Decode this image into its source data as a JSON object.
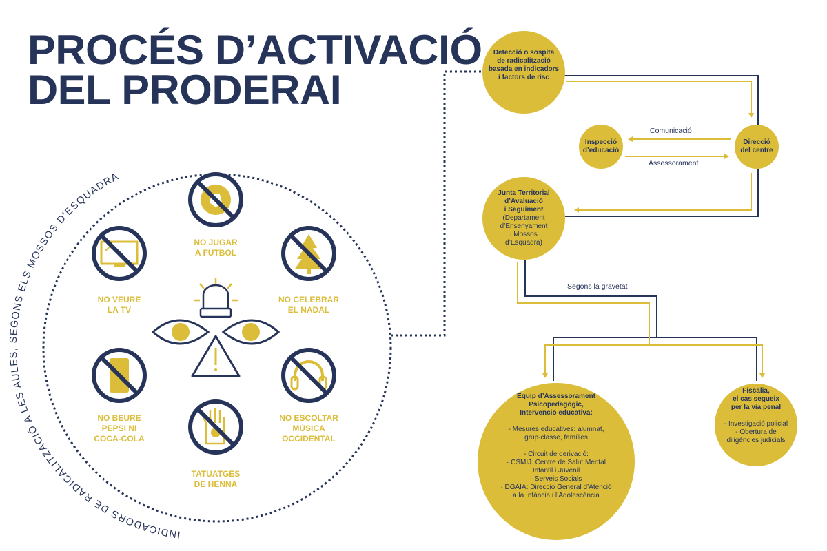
{
  "title": {
    "line1": "PROCÉS D’ACTIVACIÓ",
    "line2": "DEL PRODERAI"
  },
  "colors": {
    "navy": "#27345a",
    "yellow": "#dbbd3a"
  },
  "circle_caption": "INDICADORS DE RADICALITZACIÓ A LES AULES, SEGONS ELS MOSSOS D’ESQUADRA",
  "indicators": [
    {
      "icon": "football-icon",
      "lines": [
        "NO JUGAR",
        "A FUTBOL"
      ]
    },
    {
      "icon": "tv-icon",
      "lines": [
        "NO VEURE",
        "LA TV"
      ]
    },
    {
      "icon": "christmas-tree-icon",
      "lines": [
        "NO CELEBRAR",
        "EL NADAL"
      ]
    },
    {
      "icon": "soda-can-icon",
      "lines": [
        "NO BEURE",
        "PEPSI NI",
        "COCA-COLA"
      ]
    },
    {
      "icon": "headphones-icon",
      "lines": [
        "NO ESCOLTAR",
        "MÚSICA",
        "OCCIDENTAL"
      ]
    },
    {
      "icon": "henna-hand-icon",
      "lines": [
        "TATUATGES",
        "DE HENNA"
      ]
    }
  ],
  "flow": {
    "detection": [
      "Detecció o sospita",
      "de radicalització",
      "basada en indicadors",
      "i factors de risc"
    ],
    "inspection": [
      "Inspecció",
      "d’educació"
    ],
    "direction": [
      "Direcció",
      "del centre"
    ],
    "communication_label": "Comunicació",
    "advice_label": "Assessorament",
    "junta_bold": [
      "Junta Territorial",
      "d’Avaluació",
      "i Seguiment"
    ],
    "junta_regular": [
      "(Departament",
      "d’Ensenyament",
      "i Mossos",
      "d’Esquadra)"
    ],
    "severity_label": "Segons la gravetat",
    "eap_bold": [
      "Equip d’Assessorament",
      "Psicopedagògic,",
      "Intervenció educativa:"
    ],
    "eap_measures": [
      "- Mesures educatives: alumnat,",
      "grup-classe, famílies"
    ],
    "eap_circuit": [
      "- Circuit de derivació:",
      "· CSMIJ. Centre de Salut Mental",
      "Infantil i Juvenil",
      "· Serveis Socials",
      "· DGAIA: Direcció General d’Atenció",
      "a la Infància i l’Adolescència"
    ],
    "prosecutor_bold": [
      "Fiscalia,",
      "el cas segueix",
      "per la via penal"
    ],
    "prosecutor_items": [
      "- Investigació policial",
      "- Obertura de",
      "diligències judicials"
    ]
  }
}
